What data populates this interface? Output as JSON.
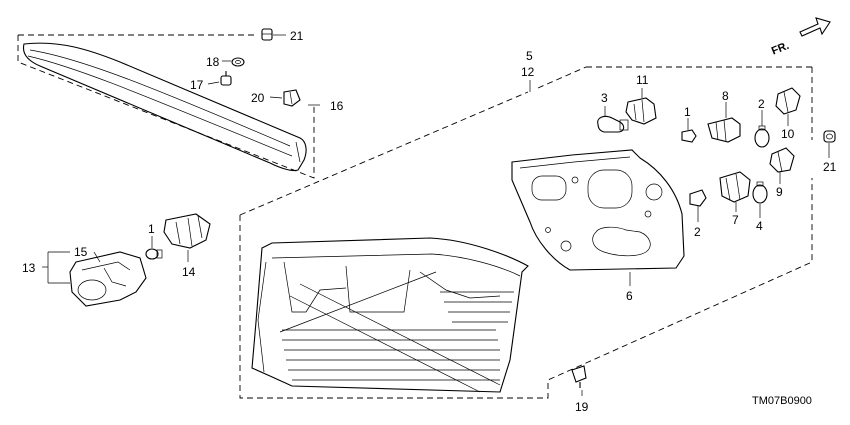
{
  "diagram": {
    "code": "TM07B0900",
    "direction": "FR.",
    "labels": {
      "p1a": "1",
      "p1b": "1",
      "p2a": "2",
      "p2b": "2",
      "p3": "3",
      "p4": "4",
      "p5": "5",
      "p12": "12",
      "p6": "6",
      "p7": "7",
      "p8": "8",
      "p9": "9",
      "p10": "10",
      "p11": "11",
      "p13": "13",
      "p14": "14",
      "p15": "15",
      "p16": "16",
      "p17": "17",
      "p18": "18",
      "p19": "19",
      "p20": "20",
      "p21a": "21",
      "p21b": "21"
    }
  }
}
